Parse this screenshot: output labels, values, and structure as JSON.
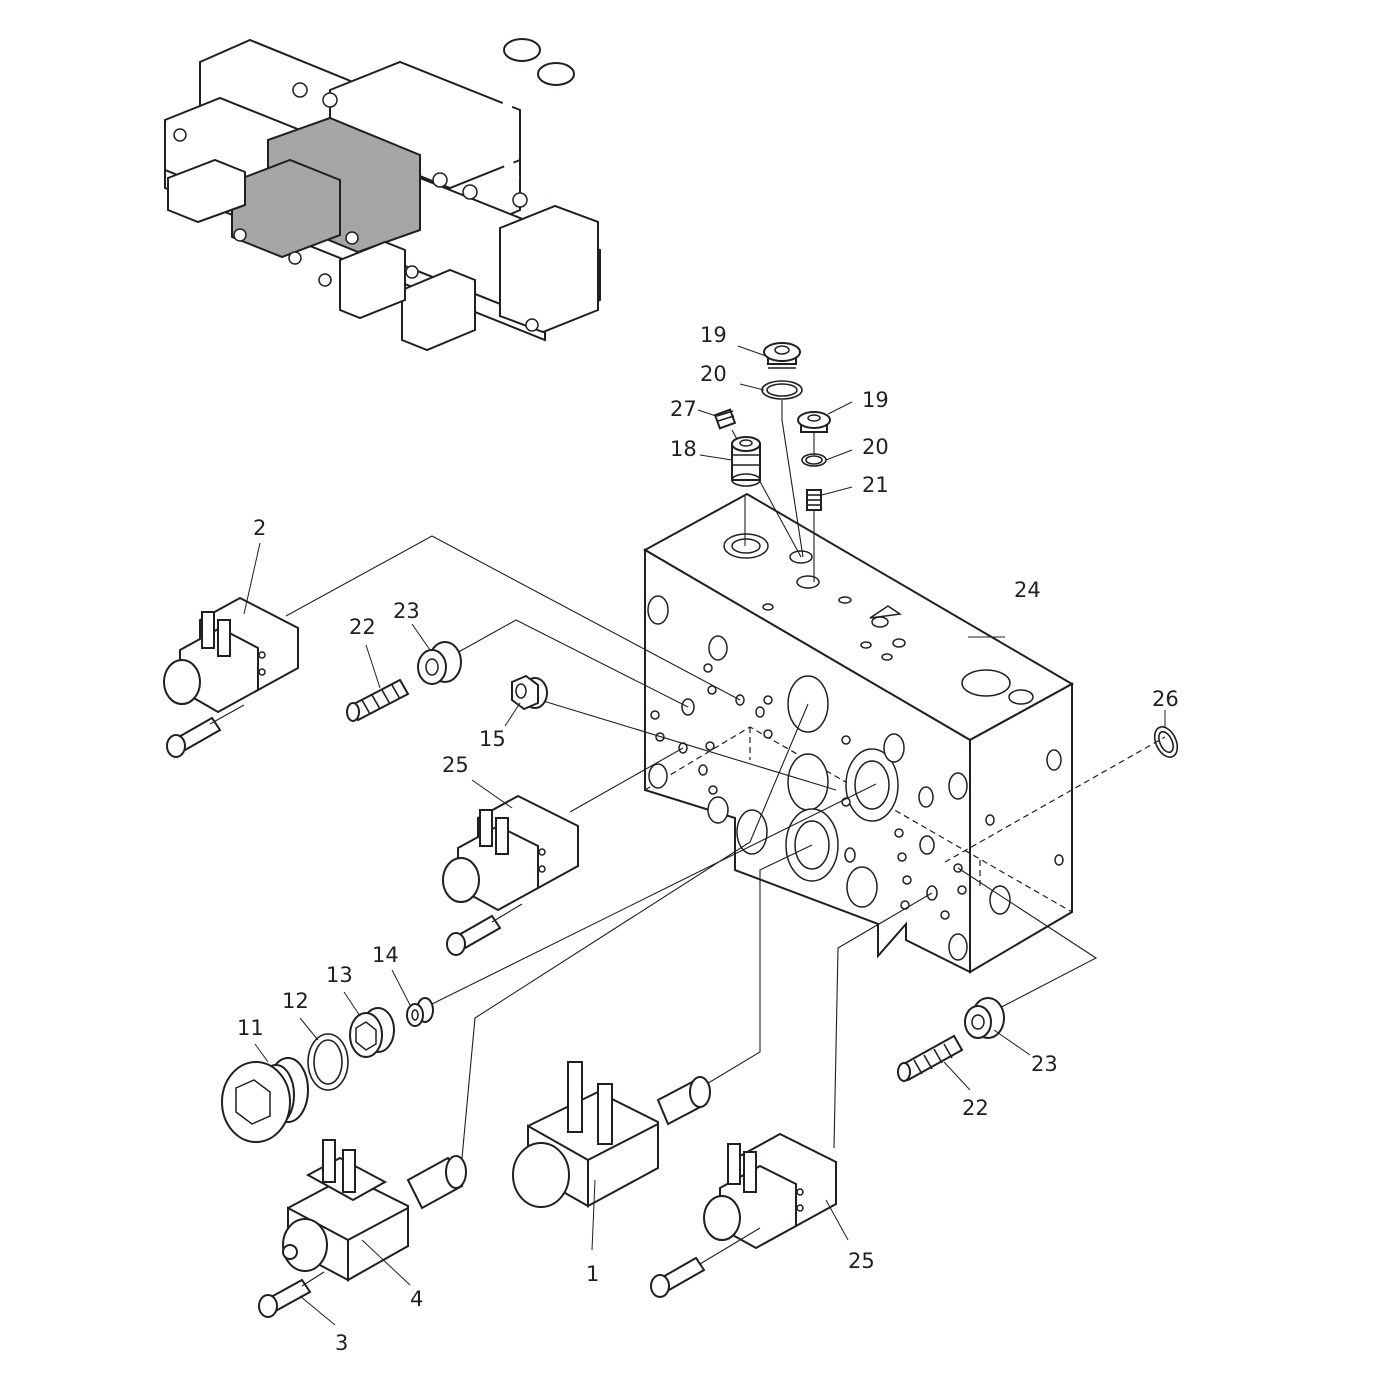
{
  "colors": {
    "line": "#231f20",
    "highlight": "#a6a6a6",
    "background": "#ffffff"
  },
  "callouts": [
    {
      "id": "c19a",
      "label": "19"
    },
    {
      "id": "c20a",
      "label": "20"
    },
    {
      "id": "c27",
      "label": "27"
    },
    {
      "id": "c19b",
      "label": "19"
    },
    {
      "id": "c18",
      "label": "18"
    },
    {
      "id": "c20b",
      "label": "20"
    },
    {
      "id": "c21",
      "label": "21"
    },
    {
      "id": "c2",
      "label": "2"
    },
    {
      "id": "c24",
      "label": "24"
    },
    {
      "id": "c23a",
      "label": "23"
    },
    {
      "id": "c22a",
      "label": "22"
    },
    {
      "id": "c26",
      "label": "26"
    },
    {
      "id": "c15",
      "label": "15"
    },
    {
      "id": "c25a",
      "label": "25"
    },
    {
      "id": "c14",
      "label": "14"
    },
    {
      "id": "c13",
      "label": "13"
    },
    {
      "id": "c12",
      "label": "12"
    },
    {
      "id": "c11",
      "label": "11"
    },
    {
      "id": "c23b",
      "label": "23"
    },
    {
      "id": "c22b",
      "label": "22"
    },
    {
      "id": "c25b",
      "label": "25"
    },
    {
      "id": "c1",
      "label": "1"
    },
    {
      "id": "c4",
      "label": "4"
    },
    {
      "id": "c3",
      "label": "3"
    }
  ]
}
